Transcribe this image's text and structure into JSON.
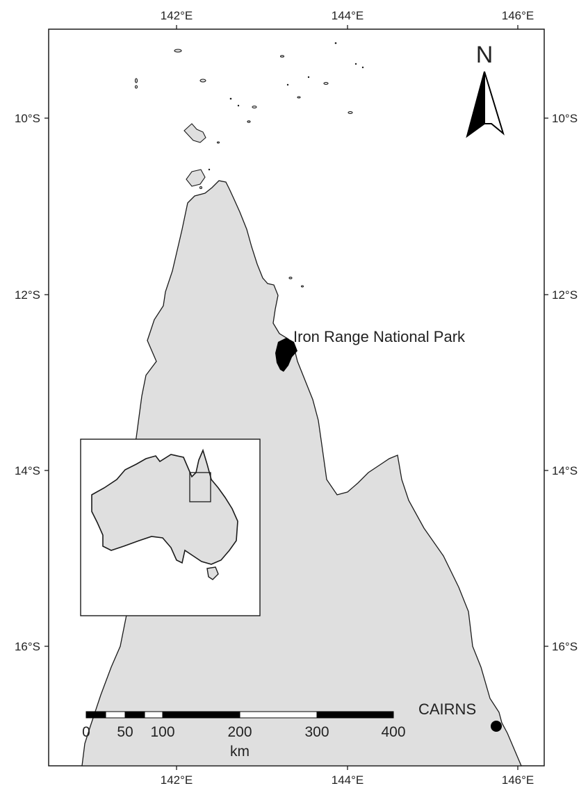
{
  "axes": {
    "x_ticks": [
      "142°E",
      "144°E",
      "146°E"
    ],
    "y_ticks": [
      "10°S",
      "12°S",
      "14°S",
      "16°S"
    ]
  },
  "north_arrow": {
    "label": "N"
  },
  "places": {
    "park": {
      "label": "Iron Range National Park"
    },
    "cairns": {
      "label": "CAIRNS"
    }
  },
  "scale_bar": {
    "ticks": [
      "0",
      "50",
      "100",
      "200",
      "300",
      "400"
    ],
    "unit": "km"
  },
  "colors": {
    "land": "#dfdfdf",
    "outline": "#1a1a1a",
    "park": "#000000",
    "background": "#ffffff"
  }
}
